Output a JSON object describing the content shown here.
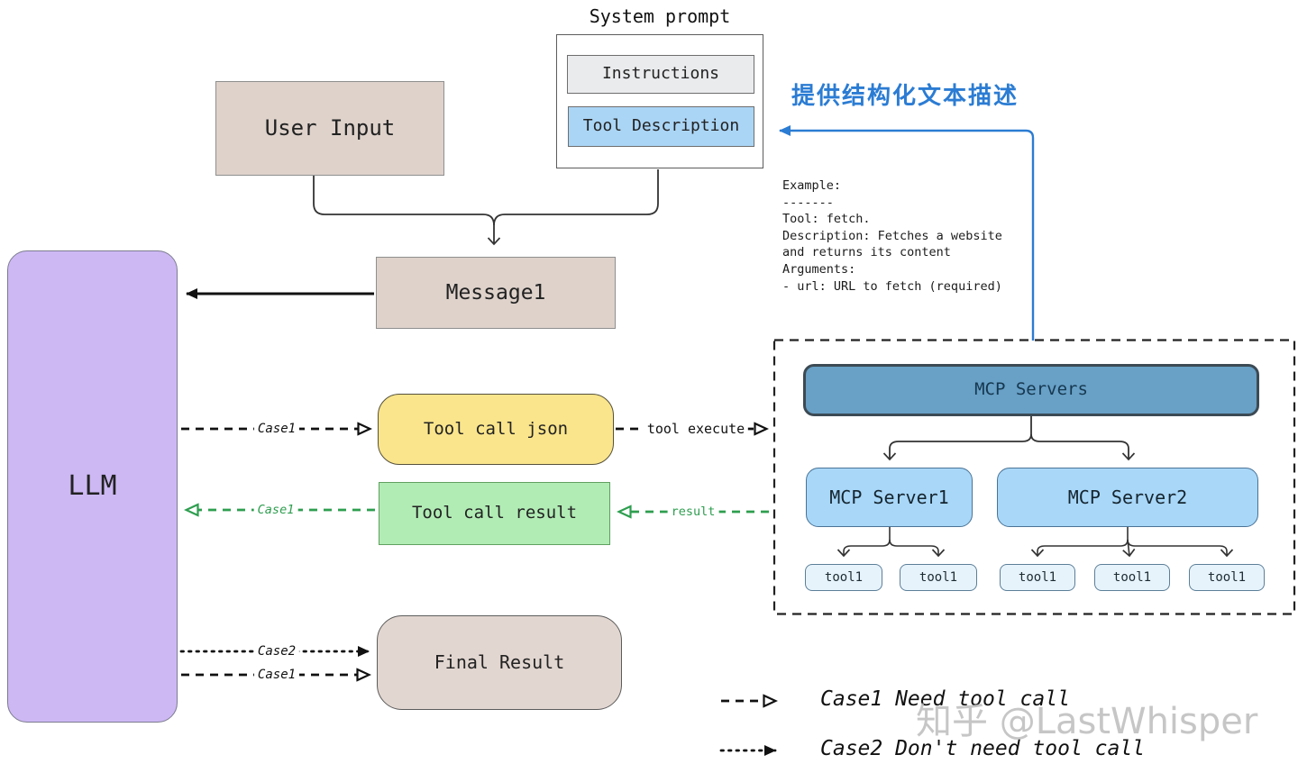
{
  "diagram": {
    "system_prompt": {
      "title": "System prompt",
      "instructions": "Instructions",
      "tool_description": "Tool Description"
    },
    "nodes": {
      "user_input": "User Input",
      "message1": "Message1",
      "llm": "LLM",
      "tool_call_json": "Tool call json",
      "tool_call_result": "Tool call result",
      "final_result": "Final Result"
    },
    "annotation_cn": "提供结构化文本描述",
    "example": {
      "lines": [
        "Example:",
        "-------",
        "Tool: fetch.",
        "Description: Fetches a website",
        "and returns its content",
        "Arguments:",
        "- url: URL to fetch (required)"
      ]
    },
    "mcp": {
      "group": "MCP Servers",
      "server1": "MCP Server1",
      "server2": "MCP Server2",
      "tools": [
        "tool1",
        "tool1",
        "tool1",
        "tool1",
        "tool1"
      ]
    },
    "edge_labels": {
      "case1_json": "Case1",
      "tool_execute": "tool execute",
      "case1_result": "Case1",
      "result": "result",
      "case2_final": "Case2",
      "case1_final": "Case1"
    },
    "legend": {
      "case1": "Case1 Need tool call",
      "case2": "Case2 Don't need tool call"
    },
    "watermark": "知乎 @LastWhisper",
    "colors": {
      "llm_fill": "#cdb8f4",
      "beige_fill": "#ded2cb",
      "yellow_fill": "#fae58c",
      "green_fill": "#b1ecb5",
      "mcp_header_fill": "#68a0c6",
      "mcp_server_fill": "#a8d7f8",
      "tool_fill": "#e7f3fb",
      "blue_accent": "#2b7cd3",
      "green_accent": "#2e9e4f"
    }
  }
}
